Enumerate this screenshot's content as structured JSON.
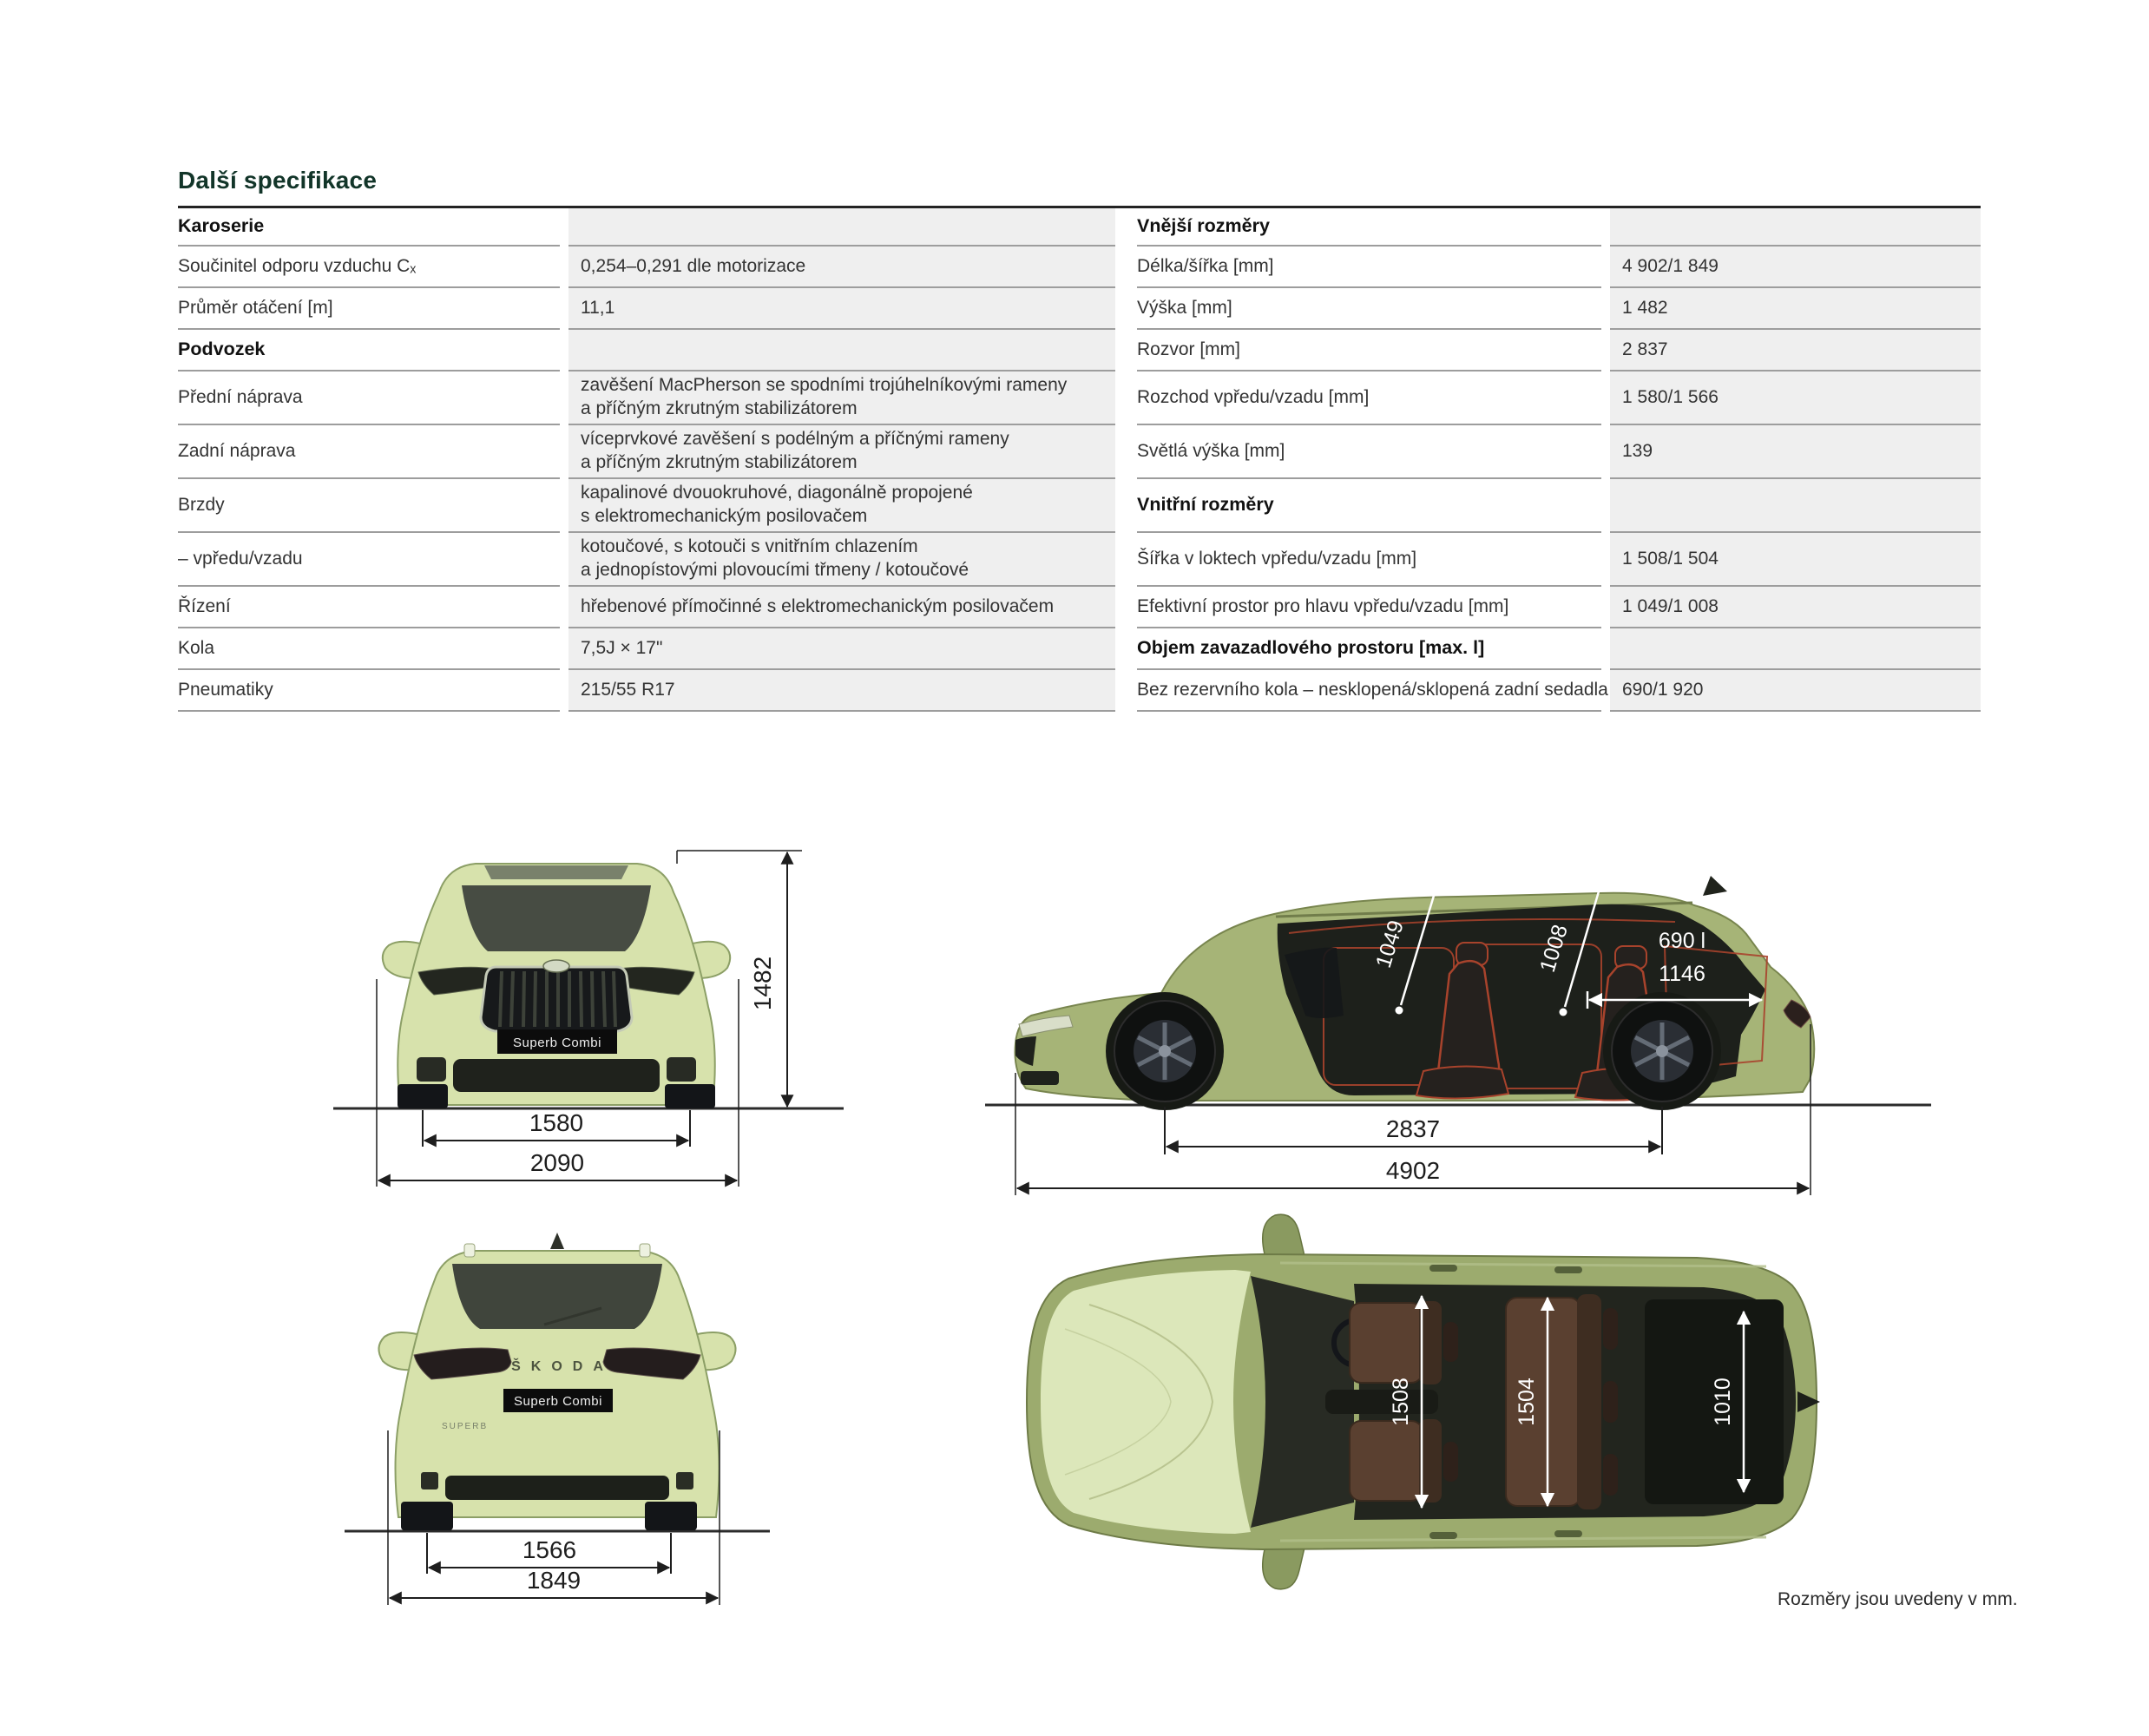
{
  "page": {
    "title": "Další specifikace",
    "note": "Rozměry jsou uvedeny v mm."
  },
  "table": {
    "rows": [
      {
        "ll": "Karoserie",
        "lh": true,
        "lv": "",
        "rl": "Vnější rozměry",
        "rh": true,
        "rv": ""
      },
      {
        "ll": "Součinitel odporu vzduchu Cₓ",
        "lh": false,
        "lv": "0,254–0,291 dle motorizace",
        "rl": "Délka/šířka [mm]",
        "rh": false,
        "rv": "4 902/1 849"
      },
      {
        "ll": "Průměr otáčení [m]",
        "lh": false,
        "lv": "11,1",
        "rl": "Výška [mm]",
        "rh": false,
        "rv": "1 482"
      },
      {
        "ll": "Podvozek",
        "lh": true,
        "lv": "",
        "rl": "Rozvor [mm]",
        "rh": false,
        "rv": "2 837"
      },
      {
        "ll": "Přední náprava",
        "lh": false,
        "lv": "zavěšení MacPherson se spodními trojúhelníkovými rameny\na příčným zkrutným stabilizátorem",
        "rl": "Rozchod vpředu/vzadu [mm]",
        "rh": false,
        "rv": "1 580/1 566"
      },
      {
        "ll": "Zadní náprava",
        "lh": false,
        "lv": "víceprvkové zavěšení s podélným a příčnými rameny\na příčným zkrutným stabilizátorem",
        "rl": "Světlá výška [mm]",
        "rh": false,
        "rv": "139"
      },
      {
        "ll": "Brzdy",
        "lh": false,
        "lv": "kapalinové dvouokruhové, diagonálně propojené\ns elektromechanickým posilovačem",
        "rl": "Vnitřní rozměry",
        "rh": true,
        "rv": ""
      },
      {
        "ll": "– vpředu/vzadu",
        "lh": false,
        "lv": "kotoučové, s kotouči s vnitřním chlazením\na jednopístovými plovoucími třmeny / kotoučové",
        "rl": "Šířka v loktech vpředu/vzadu [mm]",
        "rh": false,
        "rv": "1 508/1 504"
      },
      {
        "ll": "Řízení",
        "lh": false,
        "lv": "hřebenové přímočinné s elektromechanickým posilovačem",
        "rl": "Efektivní prostor pro hlavu vpředu/vzadu [mm]",
        "rh": false,
        "rv": "1 049/1 008"
      },
      {
        "ll": "Kola",
        "lh": false,
        "lv": "7,5J × 17\"",
        "rl": "Objem zavazadlového prostoru [max. l]",
        "rh": true,
        "rv": ""
      },
      {
        "ll": "Pneumatiky",
        "lh": false,
        "lv": "215/55 R17",
        "rl": "Bez rezervního kola – nesklopená/sklopená zadní sedadla",
        "rh": false,
        "rv": "690/1 920"
      }
    ]
  },
  "badges": {
    "brand": "ŠKODA",
    "model": "Superb Combi",
    "model_small": "SUPERB"
  },
  "dims": {
    "front": {
      "height": "1482",
      "track_front": "1580",
      "overall_width_mirrors": "2090"
    },
    "side": {
      "headroom_front": "1049",
      "headroom_rear": "1008",
      "boot_volume": "690 l",
      "boot_length": "1146",
      "wheelbase": "2837",
      "length": "4902"
    },
    "rear": {
      "track_rear": "1566",
      "width": "1849"
    },
    "top": {
      "elbow_front": "1508",
      "elbow_rear": "1504",
      "boot_width": "1010"
    }
  }
}
